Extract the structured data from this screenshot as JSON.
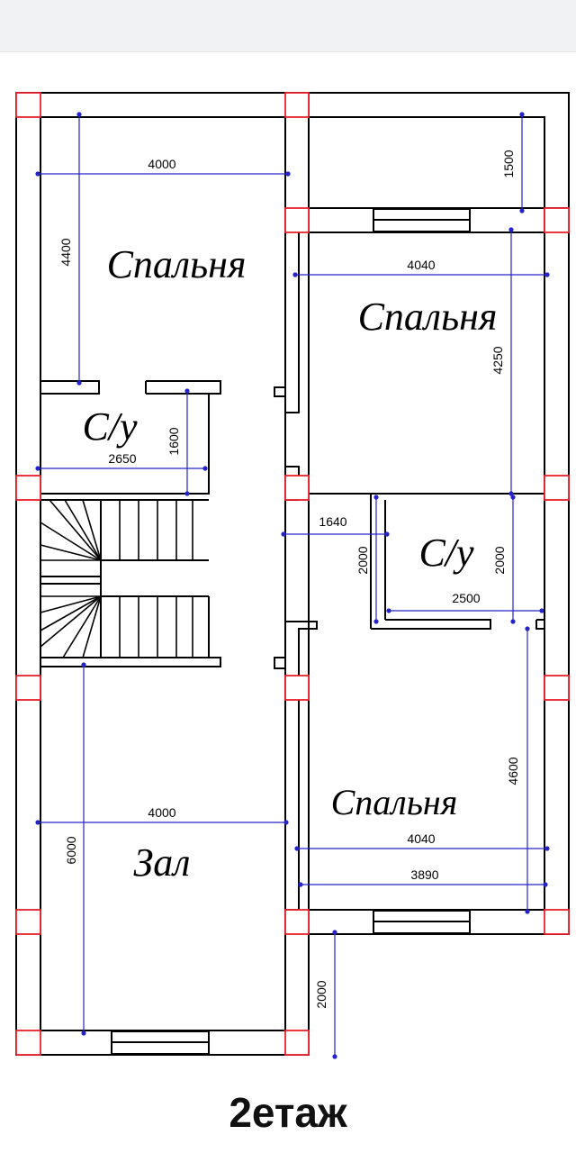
{
  "colors": {
    "walls": "#000000",
    "columns": "#e8202a",
    "dimensions": "#2424c8"
  },
  "rooms": [
    {
      "id": "bedroom-1",
      "label": "Спальня"
    },
    {
      "id": "bedroom-2",
      "label": "Спальня"
    },
    {
      "id": "bathroom-1",
      "label": "С/у"
    },
    {
      "id": "bathroom-2",
      "label": "С/у"
    },
    {
      "id": "bedroom-3",
      "label": "Спальня"
    },
    {
      "id": "hall",
      "label": "Зал"
    }
  ],
  "dimensions": [
    "4000",
    "4400",
    "1500",
    "4040",
    "4250",
    "2650",
    "1600",
    "1640",
    "2000",
    "2000",
    "2500",
    "4600",
    "4000",
    "6000",
    "4040",
    "3890",
    "2000"
  ],
  "caption": "2етаж"
}
